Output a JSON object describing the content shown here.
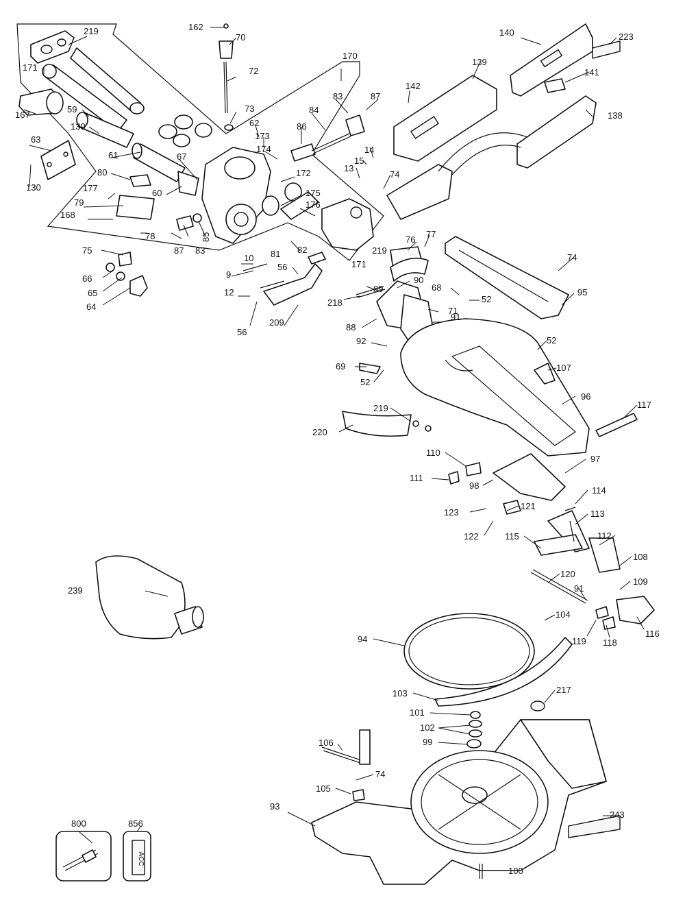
{
  "diagram": {
    "part_numbers": [
      "162",
      "70",
      "72",
      "73",
      "219",
      "171",
      "167",
      "59",
      "130",
      "63",
      "61",
      "80",
      "177",
      "79",
      "168",
      "60",
      "67",
      "62",
      "173",
      "174",
      "172",
      "175",
      "176",
      "86",
      "84",
      "83",
      "87",
      "170",
      "78",
      "85",
      "81",
      "82",
      "75",
      "66",
      "65",
      "64",
      "10",
      "9",
      "56",
      "12",
      "209",
      "218",
      "89",
      "90",
      "88",
      "92",
      "69",
      "52",
      "91",
      "71",
      "68",
      "76",
      "77",
      "74",
      "95",
      "142",
      "139",
      "140",
      "223",
      "141",
      "138",
      "14",
      "15",
      "13",
      "220",
      "110",
      "111",
      "98",
      "97",
      "96",
      "107",
      "117",
      "123",
      "121",
      "122",
      "114",
      "113",
      "115",
      "112",
      "108",
      "109",
      "120",
      "116",
      "118",
      "119",
      "104",
      "94",
      "103",
      "217",
      "101",
      "102",
      "99",
      "106",
      "105",
      "93",
      "243",
      "100",
      "239",
      "800",
      "856"
    ],
    "labels": [
      {
        "key": "p162",
        "text": "162"
      },
      {
        "key": "p70",
        "text": "70"
      },
      {
        "key": "p72",
        "text": "72"
      },
      {
        "key": "p73",
        "text": "73"
      },
      {
        "key": "p219a",
        "text": "219"
      },
      {
        "key": "p171a",
        "text": "171"
      },
      {
        "key": "p167",
        "text": "167"
      },
      {
        "key": "p59",
        "text": "59"
      },
      {
        "key": "p130a",
        "text": "130"
      },
      {
        "key": "p63",
        "text": "63"
      },
      {
        "key": "p130b",
        "text": "130"
      },
      {
        "key": "p61",
        "text": "61"
      },
      {
        "key": "p80",
        "text": "80"
      },
      {
        "key": "p177",
        "text": "177"
      },
      {
        "key": "p79",
        "text": "79"
      },
      {
        "key": "p168",
        "text": "168"
      },
      {
        "key": "p60",
        "text": "60"
      },
      {
        "key": "p67",
        "text": "67"
      },
      {
        "key": "p62",
        "text": "62"
      },
      {
        "key": "p173",
        "text": "173"
      },
      {
        "key": "p174",
        "text": "174"
      },
      {
        "key": "p172",
        "text": "172"
      },
      {
        "key": "p175",
        "text": "175"
      },
      {
        "key": "p176",
        "text": "176"
      },
      {
        "key": "p86",
        "text": "86"
      },
      {
        "key": "p84",
        "text": "84"
      },
      {
        "key": "p83a",
        "text": "83"
      },
      {
        "key": "p87a",
        "text": "87"
      },
      {
        "key": "p170",
        "text": "170"
      },
      {
        "key": "p78",
        "text": "78"
      },
      {
        "key": "p87b",
        "text": "87"
      },
      {
        "key": "p83b",
        "text": "83"
      },
      {
        "key": "p85",
        "text": "85"
      },
      {
        "key": "p81",
        "text": "81"
      },
      {
        "key": "p82",
        "text": "82"
      },
      {
        "key": "p219b",
        "text": "219"
      },
      {
        "key": "p171b",
        "text": "171"
      },
      {
        "key": "p75",
        "text": "75"
      },
      {
        "key": "p66",
        "text": "66"
      },
      {
        "key": "p65",
        "text": "65"
      },
      {
        "key": "p64",
        "text": "64"
      },
      {
        "key": "p10",
        "text": "10"
      },
      {
        "key": "p9",
        "text": "9"
      },
      {
        "key": "p56a",
        "text": "56"
      },
      {
        "key": "p12",
        "text": "12"
      },
      {
        "key": "p56b",
        "text": "56"
      },
      {
        "key": "p209",
        "text": "209"
      },
      {
        "key": "p218",
        "text": "218"
      },
      {
        "key": "p89",
        "text": "89"
      },
      {
        "key": "p90",
        "text": "90"
      },
      {
        "key": "p88",
        "text": "88"
      },
      {
        "key": "p92",
        "text": "92"
      },
      {
        "key": "p69",
        "text": "69"
      },
      {
        "key": "p52a",
        "text": "52"
      },
      {
        "key": "p91a",
        "text": "91"
      },
      {
        "key": "p71",
        "text": "71"
      },
      {
        "key": "p68",
        "text": "68"
      },
      {
        "key": "p52b",
        "text": "52"
      },
      {
        "key": "p76",
        "text": "76"
      },
      {
        "key": "p77",
        "text": "77"
      },
      {
        "key": "p74a",
        "text": "74"
      },
      {
        "key": "p95",
        "text": "95"
      },
      {
        "key": "p142",
        "text": "142"
      },
      {
        "key": "p139",
        "text": "139"
      },
      {
        "key": "p140",
        "text": "140"
      },
      {
        "key": "p223",
        "text": "223"
      },
      {
        "key": "p141",
        "text": "141"
      },
      {
        "key": "p138",
        "text": "138"
      },
      {
        "key": "p14",
        "text": "14"
      },
      {
        "key": "p15",
        "text": "15"
      },
      {
        "key": "p13",
        "text": "13"
      },
      {
        "key": "p74b",
        "text": "74"
      },
      {
        "key": "p52c",
        "text": "52"
      },
      {
        "key": "p107",
        "text": "107"
      },
      {
        "key": "p96",
        "text": "96"
      },
      {
        "key": "p117",
        "text": "117"
      },
      {
        "key": "p219c",
        "text": "219"
      },
      {
        "key": "p220",
        "text": "220"
      },
      {
        "key": "p110",
        "text": "110"
      },
      {
        "key": "p111",
        "text": "111"
      },
      {
        "key": "p98",
        "text": "98"
      },
      {
        "key": "p97",
        "text": "97"
      },
      {
        "key": "p114",
        "text": "114"
      },
      {
        "key": "p113",
        "text": "113"
      },
      {
        "key": "p123",
        "text": "123"
      },
      {
        "key": "p121",
        "text": "121"
      },
      {
        "key": "p122",
        "text": "122"
      },
      {
        "key": "p115",
        "text": "115"
      },
      {
        "key": "p112",
        "text": "112"
      },
      {
        "key": "p108",
        "text": "108"
      },
      {
        "key": "p109",
        "text": "109"
      },
      {
        "key": "p120",
        "text": "120"
      },
      {
        "key": "p91b",
        "text": "91"
      },
      {
        "key": "p116",
        "text": "116"
      },
      {
        "key": "p104",
        "text": "104"
      },
      {
        "key": "p119",
        "text": "119"
      },
      {
        "key": "p118",
        "text": "118"
      },
      {
        "key": "p239",
        "text": "239"
      },
      {
        "key": "p94",
        "text": "94"
      },
      {
        "key": "p103",
        "text": "103"
      },
      {
        "key": "p217",
        "text": "217"
      },
      {
        "key": "p101",
        "text": "101"
      },
      {
        "key": "p102",
        "text": "102"
      },
      {
        "key": "p99",
        "text": "99"
      },
      {
        "key": "p106",
        "text": "106"
      },
      {
        "key": "p74c",
        "text": "74"
      },
      {
        "key": "p105",
        "text": "105"
      },
      {
        "key": "p93",
        "text": "93"
      },
      {
        "key": "p243",
        "text": "243"
      },
      {
        "key": "p100",
        "text": "100"
      },
      {
        "key": "p800",
        "text": "800"
      },
      {
        "key": "p856",
        "text": "856"
      }
    ],
    "box_856_text": "ACC"
  }
}
